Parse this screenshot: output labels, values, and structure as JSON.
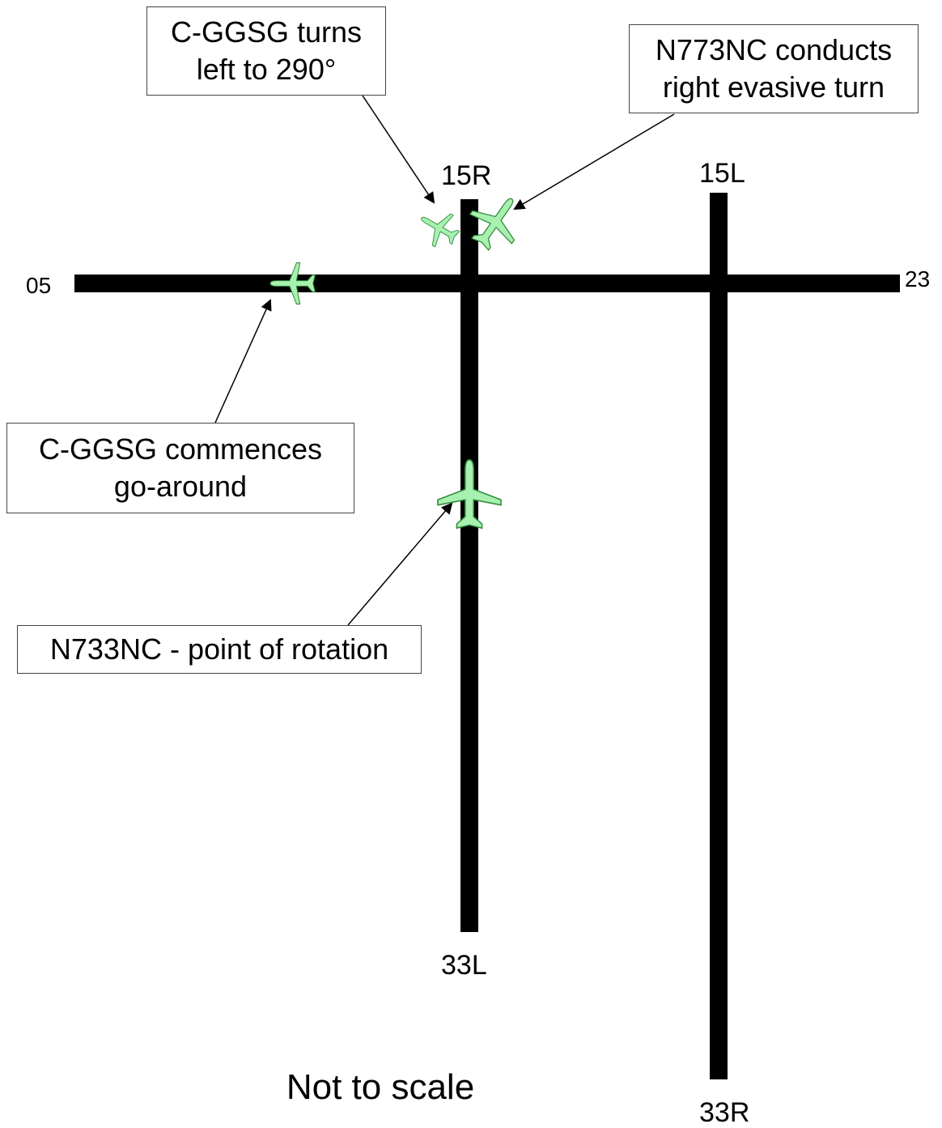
{
  "runways": {
    "rwy_05": "05",
    "rwy_23": "23",
    "rwy_15R": "15R",
    "rwy_33L": "33L",
    "rwy_15L": "15L",
    "rwy_33R": "33R"
  },
  "callouts": {
    "cggsg_turn": {
      "line1": "C-GGSG turns",
      "line2": "left to 290°"
    },
    "n773nc_evasive": {
      "line1": "N773NC conducts",
      "line2": "right evasive turn"
    },
    "cggsg_goaround": {
      "line1": "C-GGSG commences",
      "line2": "go-around"
    },
    "n733nc_rotation": {
      "line1": "N733NC - point of rotation"
    }
  },
  "footnote": "Not to scale",
  "colors": {
    "runway": "#000000",
    "aircraft_fill": "#a8f0b0",
    "aircraft_stroke": "#2e8b3a"
  },
  "icons": [
    "airplane-icon"
  ]
}
